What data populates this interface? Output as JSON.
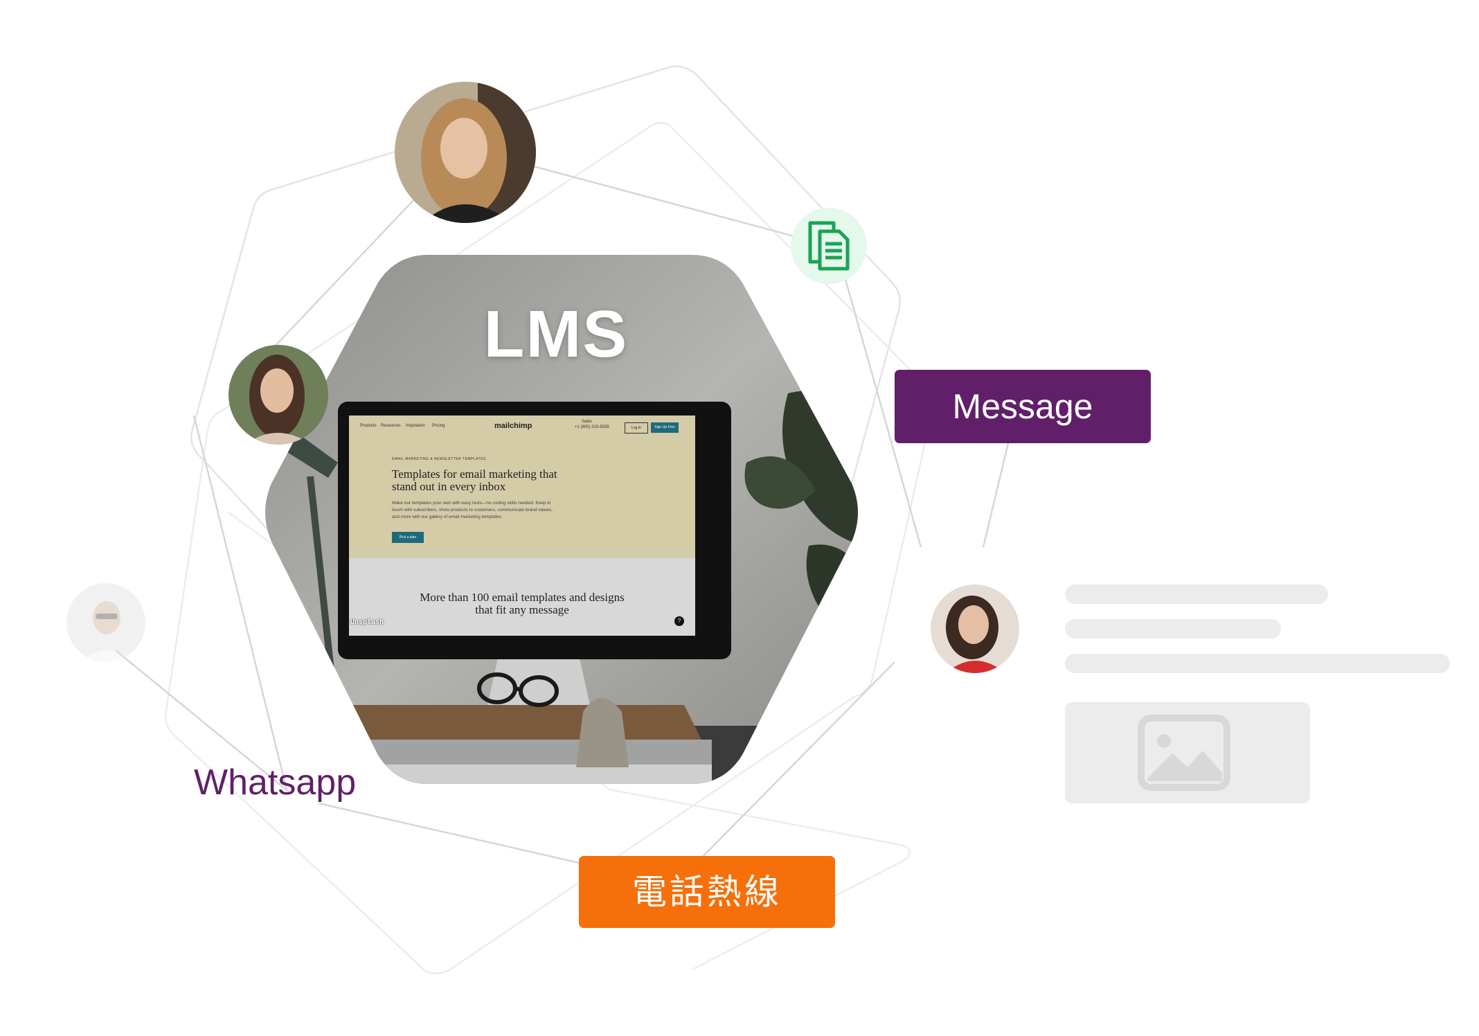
{
  "hub": {
    "title": "LMS"
  },
  "screen": {
    "nav_items": [
      "Products",
      "Resources",
      "Inspiration",
      "Pricing"
    ],
    "logo_text": "mailchimp",
    "sales_label": "Sales",
    "sales_phone": "+1 (800) 315-5939",
    "login_label": "Log In",
    "signup_label": "Sign Up Free",
    "kicker": "EMAIL MARKETING & NEWSLETTER TEMPLATES",
    "headline": "Templates for email marketing that stand out in every inbox",
    "body": "Make our templates your own with easy tools—no coding skills needed. Keep in touch with subscribers, show products to customers, communicate brand values, and more with our gallery of email marketing templates.",
    "cta_label": "Pick a plan",
    "band_text": "More than 100 email templates and designs that fit any message",
    "watermark": "Unsplash",
    "help_glyph": "?"
  },
  "channels": {
    "message_label": "Message",
    "hotline_label": "電話熱線",
    "whatsapp_label": "Whatsapp"
  },
  "icons": {
    "document": "document-copy-icon",
    "image_placeholder": "image-placeholder-icon"
  },
  "colors": {
    "brand_purple": "#611f69",
    "accent_orange": "#f5700a",
    "doc_green": "#1aa454",
    "doc_bg": "#e4f8ec",
    "skeleton": "#ececec",
    "orbit_line": "#e3e3e3"
  }
}
